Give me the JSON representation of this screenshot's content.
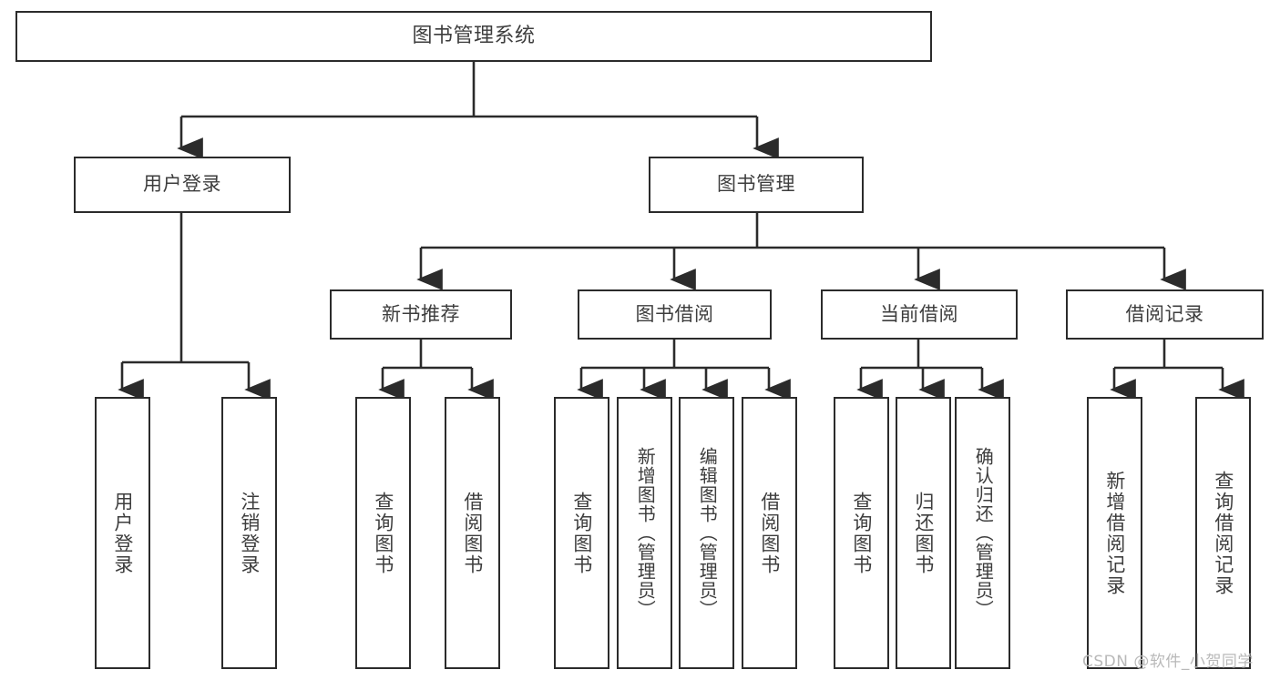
{
  "diagram": {
    "title": "图书管理系统",
    "type": "tree",
    "colors": {
      "box_border": "#2b2b2b",
      "box_fill": "#ffffff",
      "text": "#3d3d3d",
      "edge": "#2b2b2b",
      "watermark": "#b9b9b9",
      "background": "#ffffff"
    },
    "watermark": "CSDN @软件_小贺同学",
    "root": {
      "label": "图书管理系统"
    },
    "level1": [
      {
        "label": "用户登录"
      },
      {
        "label": "图书管理"
      }
    ],
    "level2": [
      {
        "label": "新书推荐"
      },
      {
        "label": "图书借阅"
      },
      {
        "label": "当前借阅"
      },
      {
        "label": "借阅记录"
      }
    ],
    "leaves": {
      "user_login": [
        {
          "label": "用户登录"
        },
        {
          "label": "注销登录"
        }
      ],
      "new_book_recommend": [
        {
          "label": "查询图书"
        },
        {
          "label": "借阅图书"
        }
      ],
      "book_borrow": [
        {
          "label": "查询图书"
        },
        {
          "label": "新增图书（管理员）"
        },
        {
          "label": "编辑图书（管理员）"
        },
        {
          "label": "借阅图书"
        }
      ],
      "current_borrow": [
        {
          "label": "查询图书"
        },
        {
          "label": "归还图书"
        },
        {
          "label": "确认归还（管理员）"
        }
      ],
      "borrow_record": [
        {
          "label": "新增借阅记录"
        },
        {
          "label": "查询借阅记录"
        }
      ]
    }
  }
}
